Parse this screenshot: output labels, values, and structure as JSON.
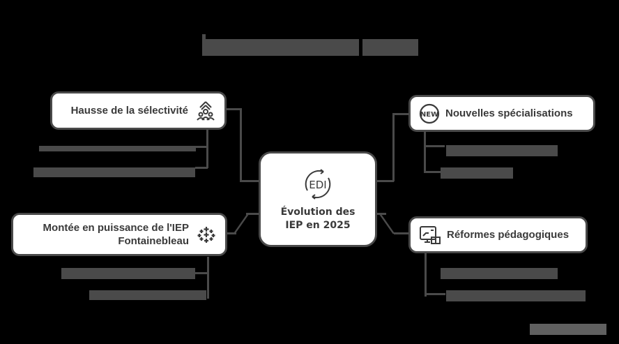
{
  "title": {
    "text": "",
    "redacted": true
  },
  "center": {
    "icon": "edi-cycle-icon",
    "icon_text": "EDI",
    "line1": "Évolution des",
    "line2": "IEP en 2025"
  },
  "branches": [
    {
      "id": "selectivite",
      "label": "Hausse de la sélectivité",
      "icon": "people-up-arrow-icon",
      "side": "left",
      "subitems_redacted": 2
    },
    {
      "id": "fontainebleau",
      "label_line1": "Montée en puissance de l'IEP",
      "label_line2": "Fontainebleau",
      "icon": "sparkle-grid-icon",
      "side": "left",
      "subitems_redacted": 2
    },
    {
      "id": "specialisations",
      "label": "Nouvelles spécialisations",
      "icon": "new-badge-icon",
      "icon_text": "NEW",
      "side": "right",
      "subitems_redacted": 2
    },
    {
      "id": "reformes",
      "label": "Réformes pédagogiques",
      "icon": "teaching-board-icon",
      "side": "right",
      "subitems_redacted": 2
    }
  ],
  "watermark": {
    "redacted": true
  },
  "colors": {
    "background": "#000000",
    "node_fill": "#ffffff",
    "stroke": "#4a4a4a",
    "text": "#3a3a3a"
  }
}
